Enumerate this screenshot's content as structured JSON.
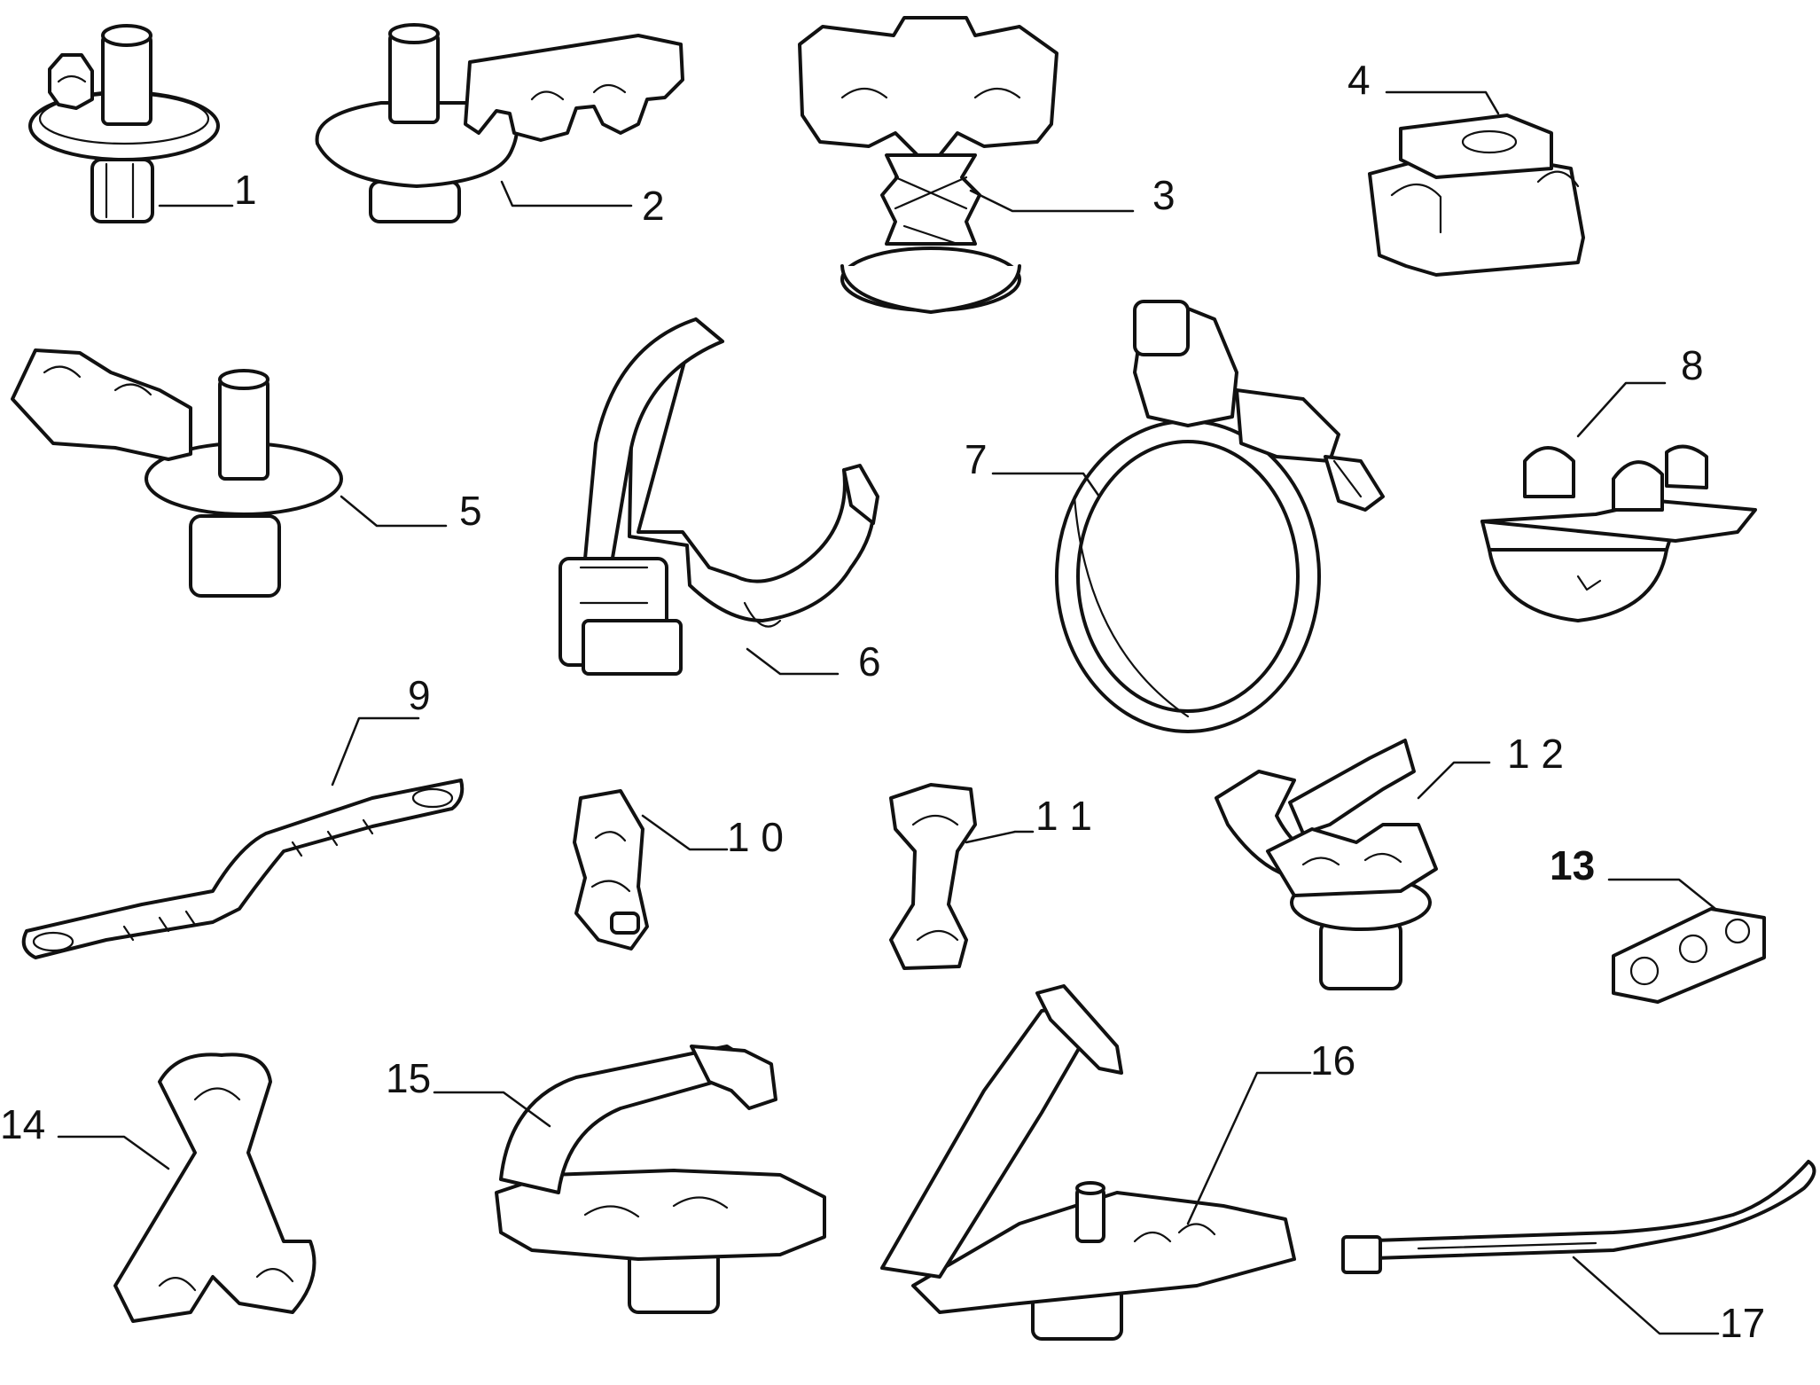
{
  "diagram": {
    "callouts": [
      {
        "id": "1",
        "label": "1"
      },
      {
        "id": "2",
        "label": "2"
      },
      {
        "id": "3",
        "label": "3"
      },
      {
        "id": "4",
        "label": "4"
      },
      {
        "id": "5",
        "label": "5"
      },
      {
        "id": "6",
        "label": "6"
      },
      {
        "id": "7",
        "label": "7"
      },
      {
        "id": "8",
        "label": "8"
      },
      {
        "id": "9",
        "label": "9"
      },
      {
        "id": "10",
        "label": "1 0"
      },
      {
        "id": "11",
        "label": "1 1"
      },
      {
        "id": "12",
        "label": "1 2"
      },
      {
        "id": "13",
        "label": "13"
      },
      {
        "id": "14",
        "label": "14"
      },
      {
        "id": "15",
        "label": "15"
      },
      {
        "id": "16",
        "label": "16"
      },
      {
        "id": "17",
        "label": "17"
      }
    ]
  }
}
